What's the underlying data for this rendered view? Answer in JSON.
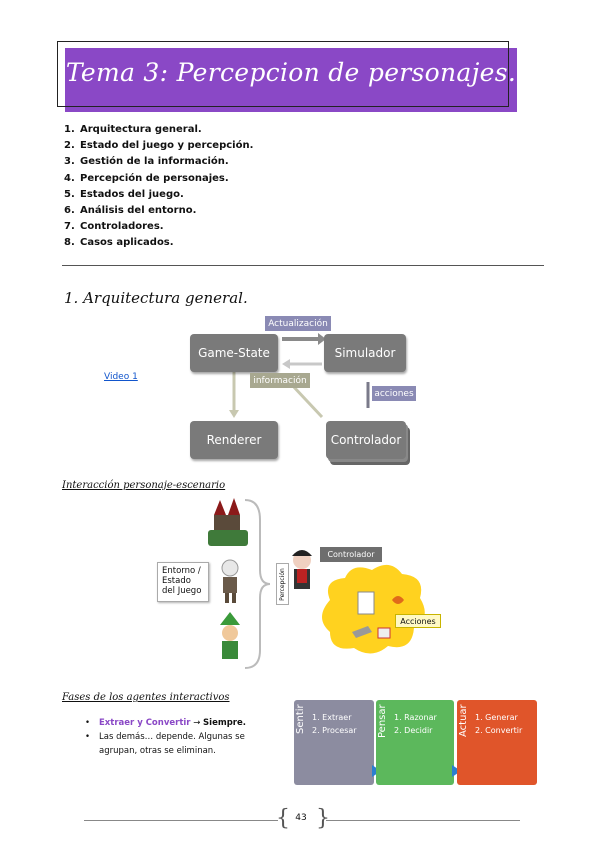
{
  "header": {
    "title": "Tema 3: Percepcion de personajes."
  },
  "toc": [
    {
      "num": "1.",
      "label": "Arquitectura general."
    },
    {
      "num": "2.",
      "label": "Estado del juego y percepción."
    },
    {
      "num": "3.",
      "label": "Gestión de la información."
    },
    {
      "num": "4.",
      "label": "Percepción de personajes."
    },
    {
      "num": "5.",
      "label": "Estados del juego."
    },
    {
      "num": "6.",
      "label": "Análisis del entorno."
    },
    {
      "num": "7.",
      "label": "Controladores."
    },
    {
      "num": "8.",
      "label": "Casos aplicados."
    }
  ],
  "section1": {
    "title": "1. Arquitectura general.",
    "video_link": "Video 1",
    "diagram": {
      "game_state": "Game-State",
      "simulador": "Simulador",
      "renderer": "Renderer",
      "controlador": "Controlador",
      "actualizacion": "Actualización",
      "informacion": "información",
      "acciones": "acciones"
    }
  },
  "interaction": {
    "heading": "Interacción personaje-escenario",
    "env_line1": "Entorno /",
    "env_line2": "Estado",
    "env_line3": "del Juego",
    "percepcion": "Percepción",
    "controlador": "Controlador",
    "acciones": "Acciones"
  },
  "phases": {
    "heading": "Fases de los agentes interactivos",
    "bullet1_highlight": "Extraer y Convertir",
    "bullet1_arrow": "→",
    "bullet1_rest": "Siempre.",
    "bullet2": "Las demás… depende. Algunas se agrupan, otras se eliminan.",
    "cards": [
      {
        "label": "Sentir",
        "item1": "1. Extraer",
        "item2": "2. Procesar",
        "color": "#8c8ca0"
      },
      {
        "label": "Pensar",
        "item1": "1. Razonar",
        "item2": "2. Decidir",
        "color": "#5cb85c"
      },
      {
        "label": "Actuar",
        "item1": "1. Generar",
        "item2": "2. Convertir",
        "color": "#e0552a"
      }
    ]
  },
  "footer": {
    "page": "43"
  }
}
